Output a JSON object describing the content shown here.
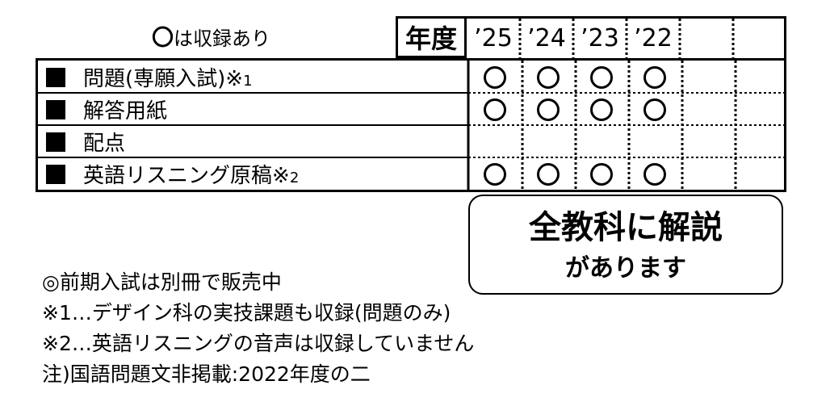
{
  "legend": {
    "circle": "〇",
    "text": "は収録あり"
  },
  "table": {
    "year_label": "年度",
    "years": [
      "’25",
      "’24",
      "’23",
      "’22",
      "",
      ""
    ],
    "rows": [
      {
        "label": "問題(専願入試)",
        "mark": "※",
        "mark_num": "1",
        "recorded": [
          true,
          true,
          true,
          true,
          false,
          false
        ]
      },
      {
        "label": "解答用紙",
        "mark": "",
        "mark_num": "",
        "recorded": [
          true,
          true,
          true,
          true,
          false,
          false
        ]
      },
      {
        "label": "配点",
        "mark": "",
        "mark_num": "",
        "recorded": [
          false,
          false,
          false,
          false,
          false,
          false
        ]
      },
      {
        "label": "英語リスニング原稿",
        "mark": "※",
        "mark_num": "2",
        "recorded": [
          true,
          true,
          true,
          true,
          false,
          false
        ]
      }
    ]
  },
  "callout": {
    "main": "全教科に解説",
    "sub": "があります"
  },
  "footnotes": [
    "◎前期入試は別冊で販売中",
    "※1…デザイン科の実技課題も収録(問題のみ)",
    "※2…英語リスニングの音声は収録していません",
    "注)国語問題文非掲載:2022年度の二"
  ]
}
